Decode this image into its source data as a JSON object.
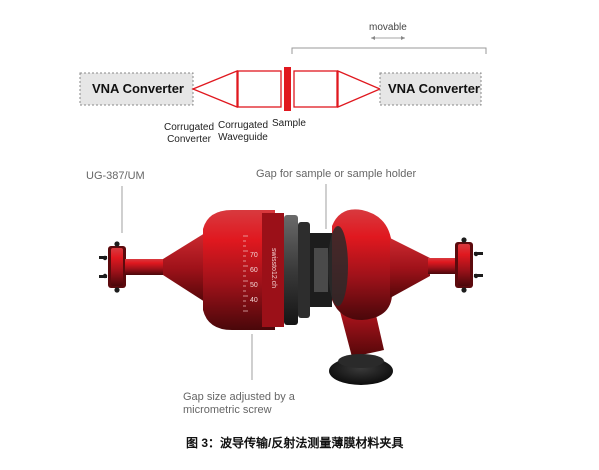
{
  "diagram": {
    "movable_label": "movable",
    "vna_left": "VNA Converter",
    "vna_right": "VNA Converter",
    "labels": {
      "corrugated_converter": [
        "Corrugated",
        "Converter"
      ],
      "corrugated_waveguide": [
        "Corrugated",
        "Waveguide"
      ],
      "sample": "Sample"
    }
  },
  "photo": {
    "ug_label": "UG-387/UM",
    "gap_label": "Gap for sample or sample holder",
    "gap_size_label": [
      "Gap size adjusted by a",
      "micrometric screw"
    ],
    "scale_numbers": [
      "70",
      "60",
      "50",
      "40"
    ],
    "brand_text": "swissto12.ch",
    "colors": {
      "red": "#b3121a",
      "dark_red": "#6e0a0e",
      "accent_red": "#e0181f"
    }
  },
  "caption": "图 3：波导传输/反射法测量薄膜材料夹具"
}
